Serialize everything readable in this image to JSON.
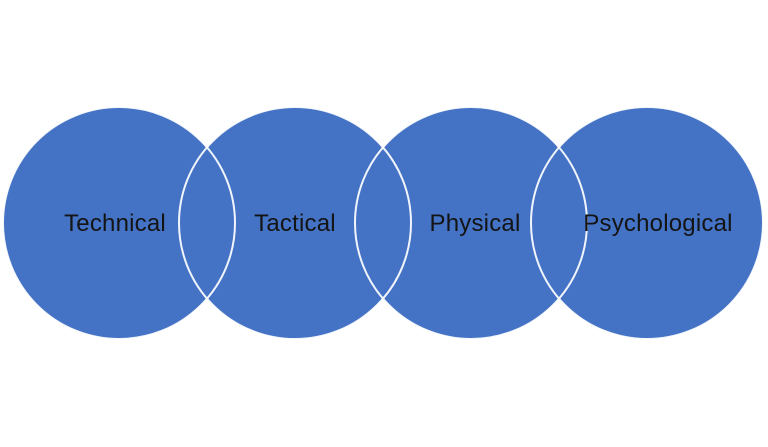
{
  "diagram": {
    "circles": [
      {
        "label": "Technical"
      },
      {
        "label": "Tactical"
      },
      {
        "label": "Physical"
      },
      {
        "label": "Psychological"
      }
    ]
  },
  "colors": {
    "circle_fill": "#4472C4",
    "circle_outline": "#FFFFFF",
    "label_text": "#141414",
    "background": "#FFFFFF"
  }
}
